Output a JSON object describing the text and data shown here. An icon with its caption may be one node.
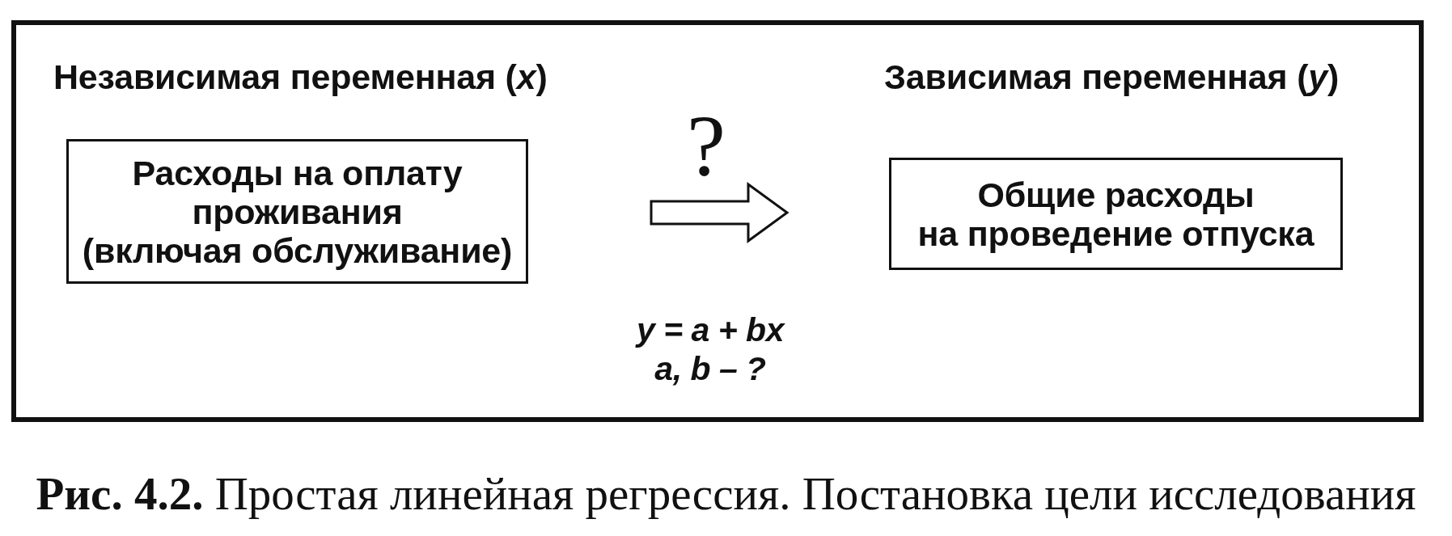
{
  "diagram": {
    "caption": "**Рис. 4.2.** Простая линейная регрессия. Постановка цели исследования",
    "nodes": [
      {
        "text": [],
        "shape": "box"
      },
      {
        "text": [
          "Независимая переменная (*x*)",
          "Расходы на оплату проживания (включая обслуживание)"
        ],
        "in": 0
      },
      {
        "text": [
          "Зависимая переменная (*y*)",
          "Общие расходы на проведение отпуска"
        ],
        "in": 0
      }
    ],
    "edges": [
      {
        "from": 1,
        "to": 2,
        "arrow": "to",
        "label": "?",
        "style": "thick"
      }
    ],
    "labels": [
      "y = a + bx",
      "a, b – ?"
    ]
  }
}
